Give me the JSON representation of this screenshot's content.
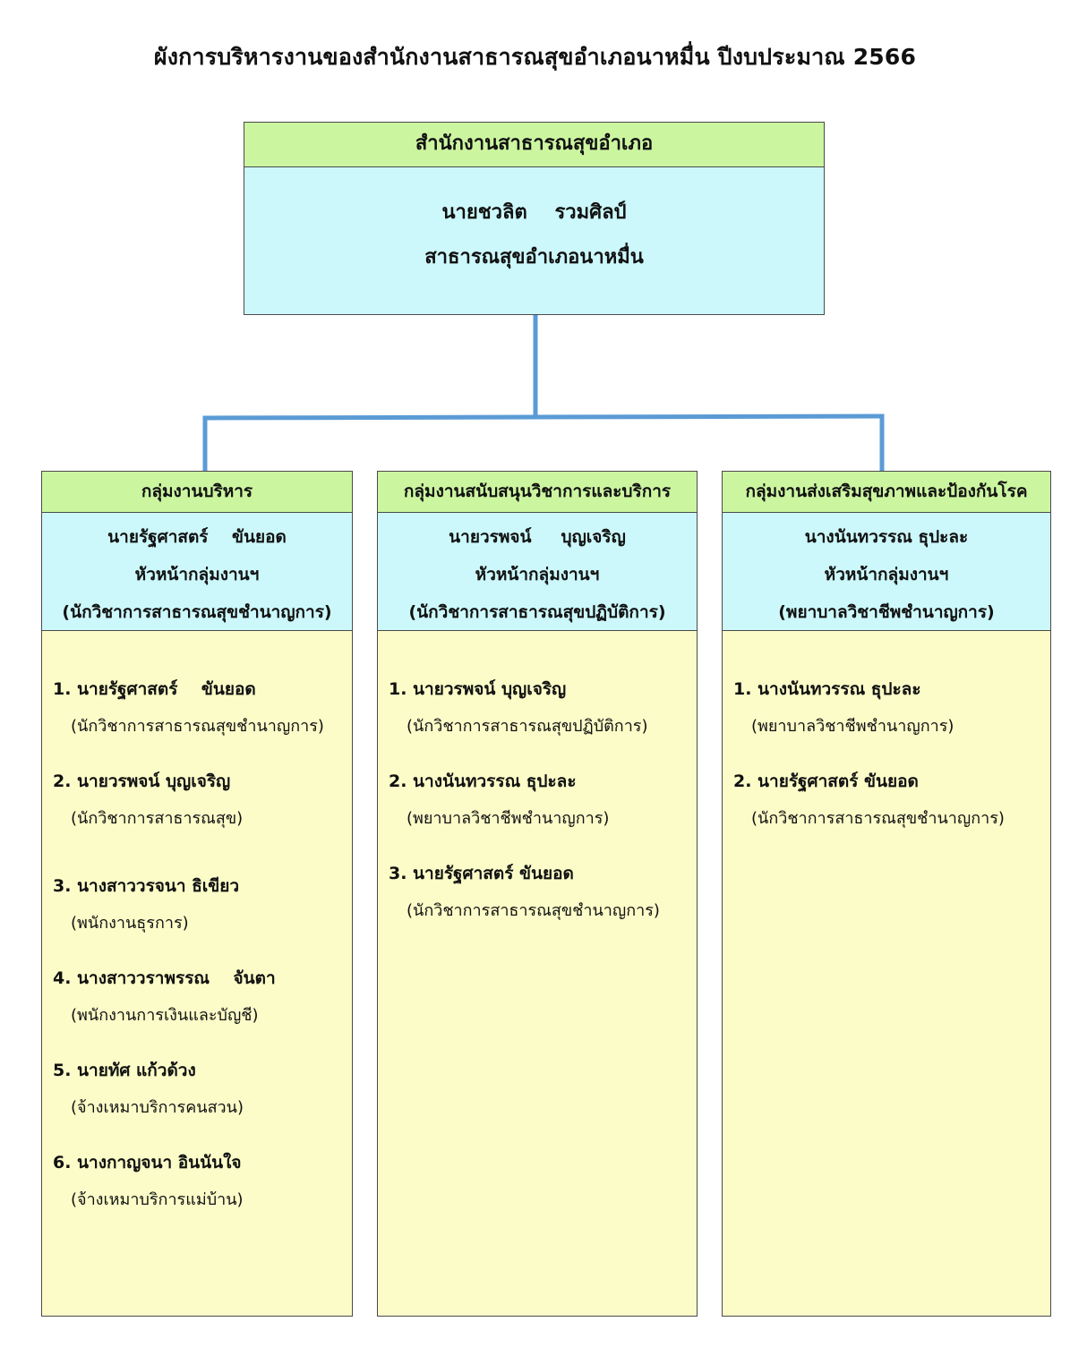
{
  "title": "ผังการบริหารงานของสำนักงานสาธารณสุขอำเภอนาหมื่น ปีงบประมาณ 2566",
  "top": {
    "header": "สำนักงานสาธารณสุขอำเภอ",
    "name": "นายชวลิต    รวมศิลป์",
    "position": "สาธารณสุขอำเภอนาหมื่น"
  },
  "groups": [
    {
      "header": "กลุ่มงานบริหาร",
      "head_name": "นายรัฐศาสตร์    ขันยอด",
      "head_role": "หัวหน้ากลุ่มงานฯ",
      "head_position": "(นักวิชาการสาธารณสุขชำนาญการ)",
      "members": [
        {
          "name": "1. นายรัฐศาสตร์    ขันยอด",
          "position": "(นักวิชาการสาธารณสุขชำนาญการ)"
        },
        {
          "name": "2. นายวรพจน์ บุญเจริญ",
          "position": "(นักวิชาการสาธารณสุข)"
        },
        {
          "name": "3. นางสาววรจนา ธิเขียว",
          "position": "(พนักงานธุรการ)"
        },
        {
          "name": "4. นางสาววราพรรณ    จันตา",
          "position": "(พนักงานการเงินและบัญชี)"
        },
        {
          "name": "5. นายทัศ แก้วด้วง",
          "position": "(จ้างเหมาบริการคนสวน)"
        },
        {
          "name": "6. นางกาญจนา อินนันใจ",
          "position": "(จ้างเหมาบริการแม่บ้าน)"
        }
      ]
    },
    {
      "header": "กลุ่มงานสนับสนุนวิชาการและบริการ",
      "head_name": "นายวรพจน์     บุญเจริญ",
      "head_role": "หัวหน้ากลุ่มงานฯ",
      "head_position": "(นักวิชาการสาธารณสุขปฏิบัติการ)",
      "members": [
        {
          "name": "1. นายวรพจน์ บุญเจริญ",
          "position": "(นักวิชาการสาธารณสุขปฏิบัติการ)"
        },
        {
          "name": "2. นางนันทวรรณ ธุปะละ",
          "position": "(พยาบาลวิชาชีพชำนาญการ)"
        },
        {
          "name": "3. นายรัฐศาสตร์ ขันยอด",
          "position": "(นักวิชาการสาธารณสุขชำนาญการ)"
        }
      ]
    },
    {
      "header": "กลุ่มงานส่งเสริมสุขภาพและป้องกันโรค",
      "head_name": "นางนันทวรรณ ธุปะละ",
      "head_role": "หัวหน้ากลุ่มงานฯ",
      "head_position": "(พยาบาลวิชาชีพชำนาญการ)",
      "members": [
        {
          "name": "1. นางนันทวรรณ ธุปะละ",
          "position": "(พยาบาลวิชาชีพชำนาญการ)"
        },
        {
          "name": "2. นายรัฐศาสตร์ ขันยอด",
          "position": "(นักวิชาการสาธารณสุขชำนาญการ)"
        }
      ]
    }
  ],
  "colors": {
    "header_green": "#ccf5a0",
    "head_cyan": "#ccf8fb",
    "members_yellow": "#fbfcc8",
    "connector_blue": "#5b9bd5"
  }
}
